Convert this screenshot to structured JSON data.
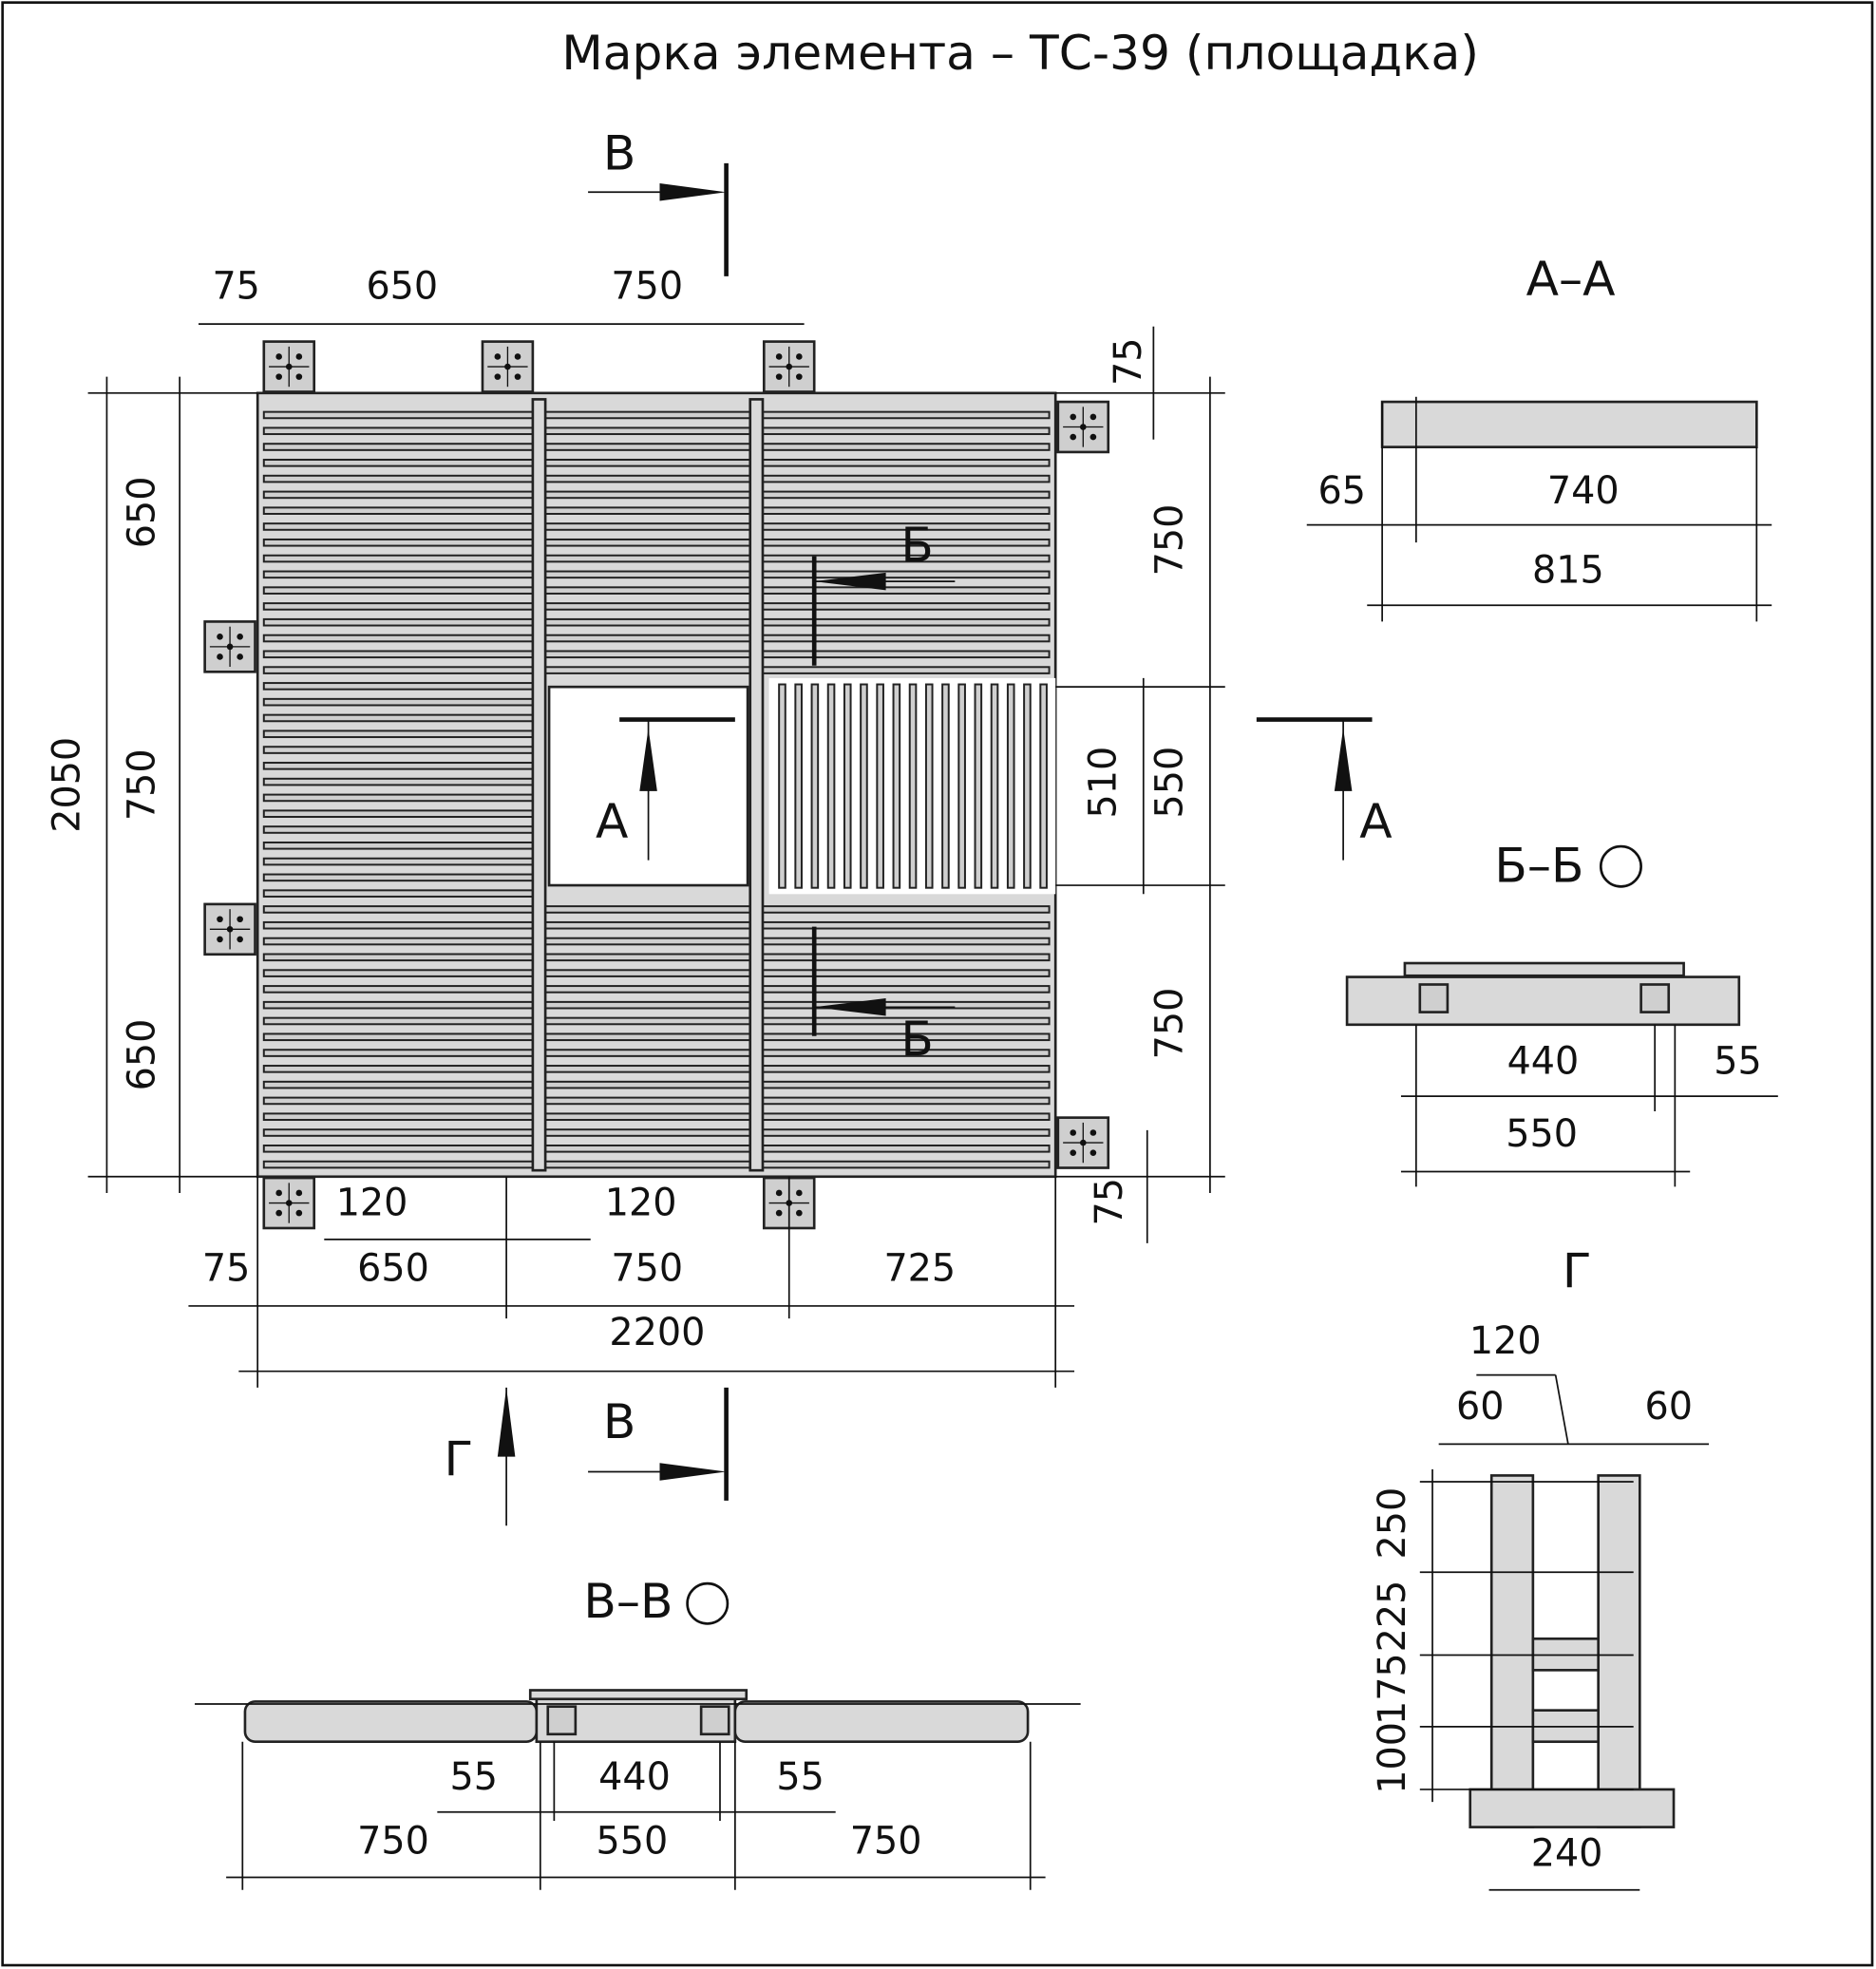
{
  "title": "Марка элемента – ТС-39 (площадка)",
  "section_marks": {
    "v": "В",
    "b": "Б",
    "a": "А",
    "g": "Г"
  },
  "plan": {
    "top_dims": [
      "75",
      "650",
      "750"
    ],
    "right_dims": [
      "75",
      "750",
      "510",
      "550",
      "750",
      "75"
    ],
    "left_dims": [
      "650",
      "750",
      "650",
      "2050"
    ],
    "bottom_dims": [
      "120",
      "120",
      "75",
      "650",
      "750",
      "725",
      "2200"
    ]
  },
  "section_aa": {
    "title": "А–А",
    "dims": [
      "65",
      "740",
      "815"
    ]
  },
  "section_bb": {
    "title": "Б–Б",
    "dims": [
      "440",
      "55",
      "550"
    ]
  },
  "view_g": {
    "title": "Г",
    "dims": [
      "120",
      "60",
      "60",
      "250",
      "225",
      "175",
      "100",
      "240"
    ]
  },
  "section_vv": {
    "title": "В–В",
    "dims": [
      "55",
      "440",
      "55",
      "750",
      "550",
      "750"
    ]
  }
}
